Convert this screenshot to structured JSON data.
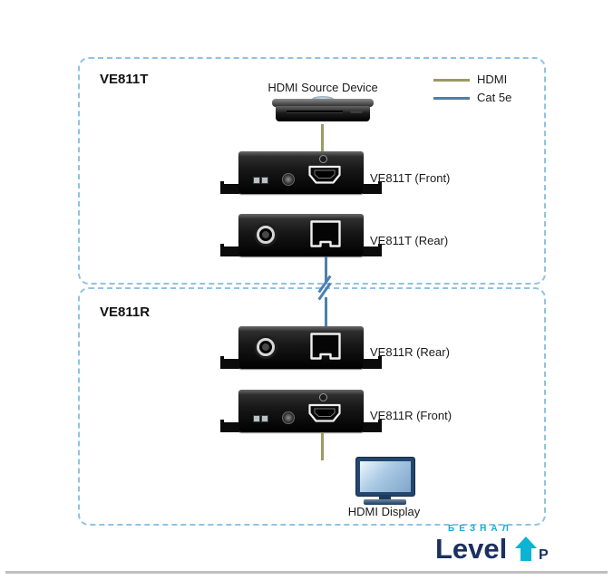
{
  "diagram": {
    "legend": {
      "items": [
        {
          "label": "HDMI",
          "color": "#9b9b63"
        },
        {
          "label": "Cat 5e",
          "color": "#4d7fae"
        }
      ]
    },
    "transmitter": {
      "title": "VE811T",
      "source_label": "HDMI Source Device",
      "front_label": "VE811T (Front)",
      "rear_label": "VE811T (Rear)"
    },
    "receiver": {
      "title": "VE811R",
      "rear_label": "VE811R (Rear)",
      "front_label": "VE811R (Front)",
      "display_label": "HDMI Display"
    }
  },
  "logo": {
    "top_text": "БЕЗНАЛ",
    "main_text": "Level",
    "suffix_text": "P"
  },
  "colors": {
    "hdmi_line": "#9b9b63",
    "cat5e_line": "#4d7fae",
    "dashed_border": "#8fc3e4",
    "logo_navy": "#1c3060",
    "logo_cyan": "#0db3d2"
  }
}
